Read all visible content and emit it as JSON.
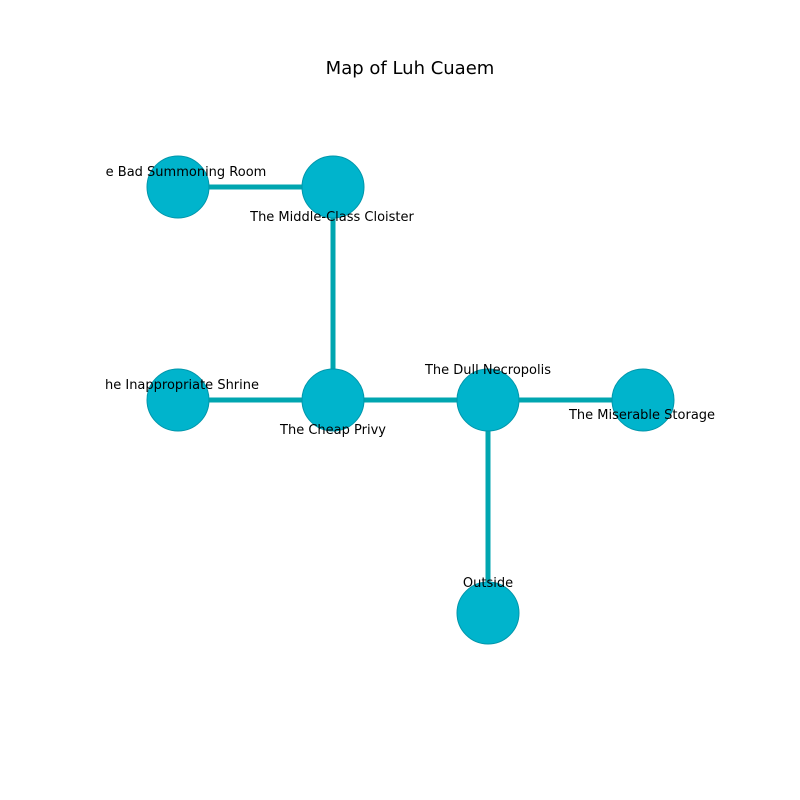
{
  "title": "Map of Luh Cuaem",
  "colors": {
    "node_fill": "#00b4cc",
    "node_stroke": "#0096ab",
    "edge": "#00a6b0",
    "text": "#000000",
    "background": "#ffffff"
  },
  "rooms": [
    {
      "id": "bad-summoning-room",
      "label": "e Bad Summoning Room"
    },
    {
      "id": "middle-class-cloister",
      "label": "The Middle-Class Cloister"
    },
    {
      "id": "inappropriate-shrine",
      "label": "he Inappropriate Shrine"
    },
    {
      "id": "cheap-privy",
      "label": "The Cheap Privy"
    },
    {
      "id": "dull-necropolis",
      "label": "The Dull Necropolis"
    },
    {
      "id": "miserable-storage",
      "label": "The Miserable Storage"
    },
    {
      "id": "outside",
      "label": "Outside"
    }
  ],
  "connections": [
    [
      "bad-summoning-room",
      "middle-class-cloister"
    ],
    [
      "middle-class-cloister",
      "cheap-privy"
    ],
    [
      "inappropriate-shrine",
      "cheap-privy"
    ],
    [
      "cheap-privy",
      "dull-necropolis"
    ],
    [
      "dull-necropolis",
      "miserable-storage"
    ],
    [
      "dull-necropolis",
      "outside"
    ]
  ]
}
